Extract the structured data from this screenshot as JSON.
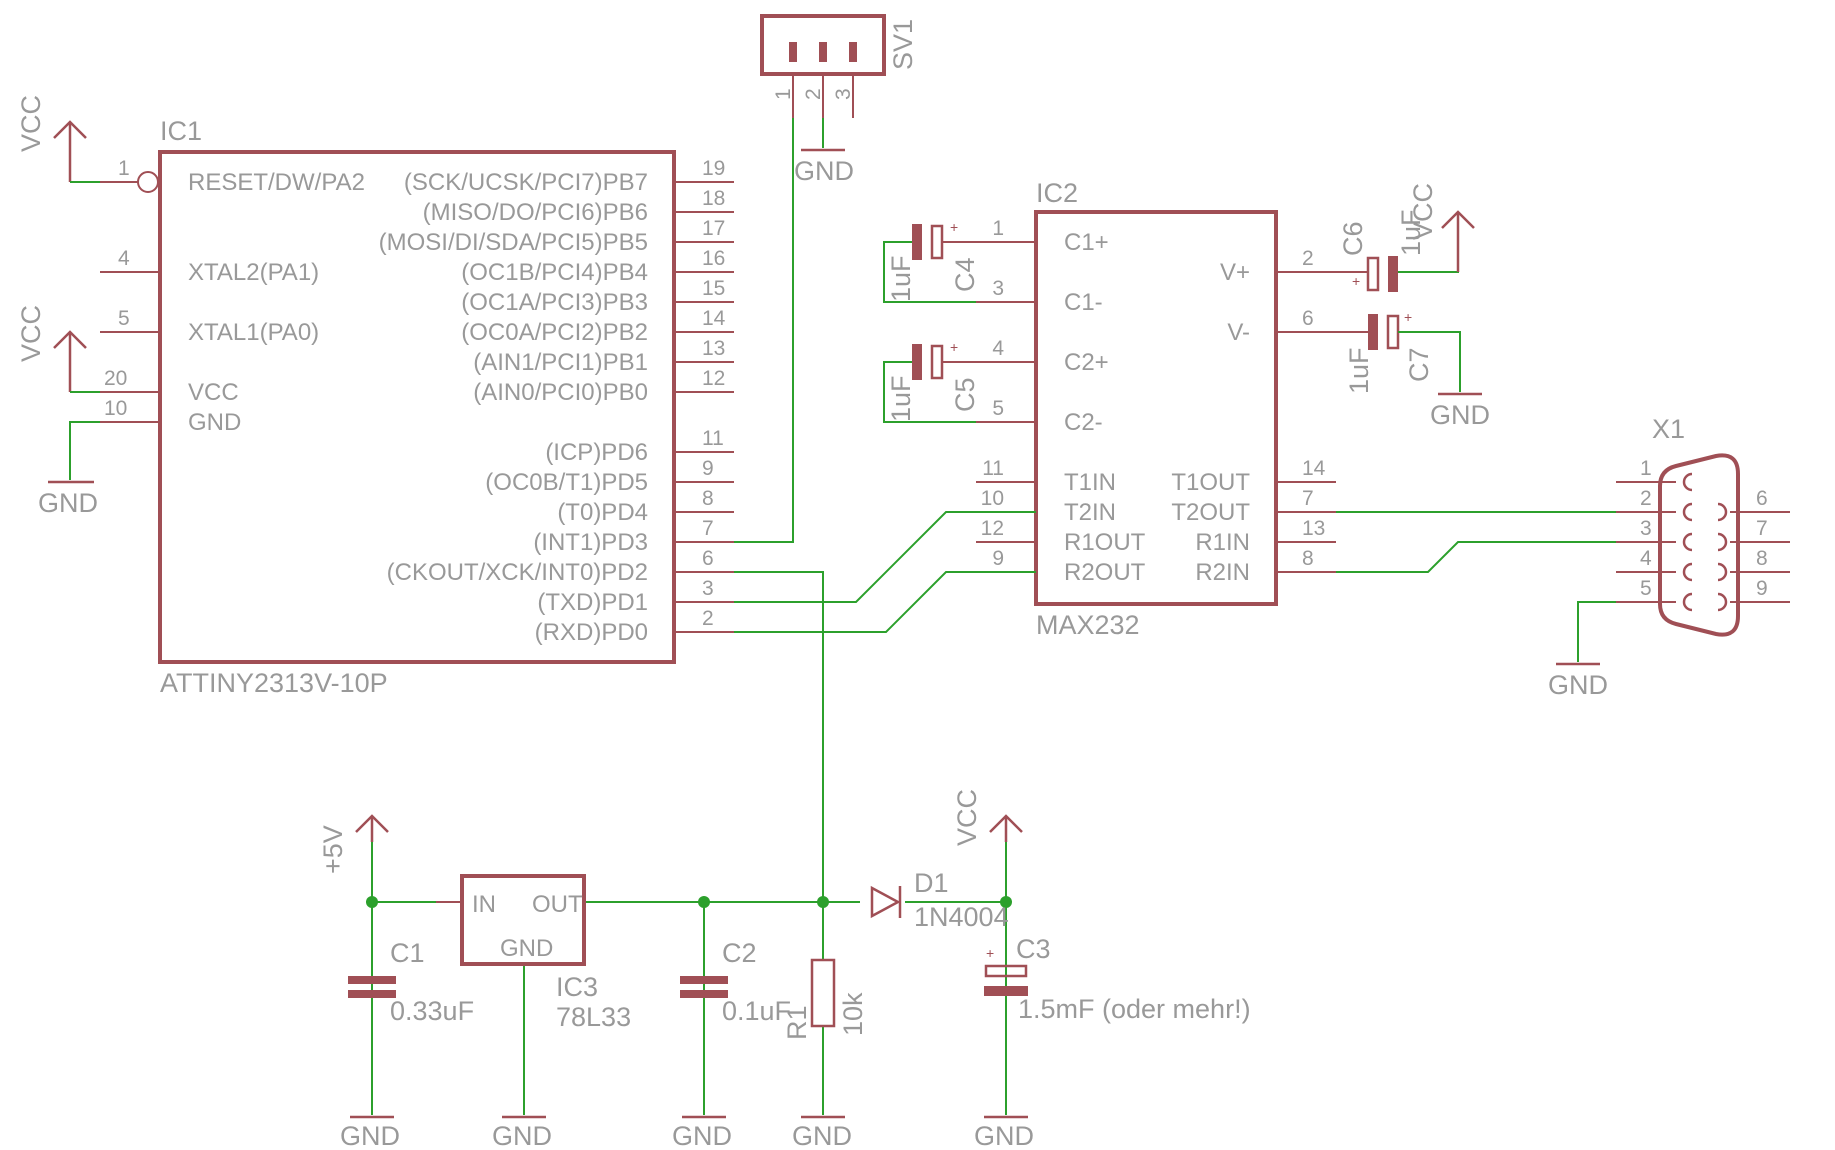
{
  "ic1": {
    "name": "IC1",
    "value": "ATTINY2313V-10P",
    "pins_left": [
      {
        "num": "1",
        "label": "RESET/DW/PA2"
      },
      {
        "num": "4",
        "label": "XTAL2(PA1)"
      },
      {
        "num": "5",
        "label": "XTAL1(PA0)"
      },
      {
        "num": "20",
        "label": "VCC"
      },
      {
        "num": "10",
        "label": "GND"
      }
    ],
    "pins_right": [
      {
        "num": "19",
        "label": "(SCK/UCSK/PCI7)PB7"
      },
      {
        "num": "18",
        "label": "(MISO/DO/PCI6)PB6"
      },
      {
        "num": "17",
        "label": "(MOSI/DI/SDA/PCI5)PB5"
      },
      {
        "num": "16",
        "label": "(OC1B/PCI4)PB4"
      },
      {
        "num": "15",
        "label": "(OC1A/PCI3)PB3"
      },
      {
        "num": "14",
        "label": "(OC0A/PCI2)PB2"
      },
      {
        "num": "13",
        "label": "(AIN1/PCI1)PB1"
      },
      {
        "num": "12",
        "label": "(AIN0/PCI0)PB0"
      },
      {
        "num": "11",
        "label": "(ICP)PD6"
      },
      {
        "num": "9",
        "label": "(OC0B/T1)PD5"
      },
      {
        "num": "8",
        "label": "(T0)PD4"
      },
      {
        "num": "7",
        "label": "(INT1)PD3"
      },
      {
        "num": "6",
        "label": "(CKOUT/XCK/INT0)PD2"
      },
      {
        "num": "3",
        "label": "(TXD)PD1"
      },
      {
        "num": "2",
        "label": "(RXD)PD0"
      }
    ]
  },
  "ic2": {
    "name": "IC2",
    "value": "MAX232",
    "pins_left": [
      {
        "num": "1",
        "label": "C1+"
      },
      {
        "num": "3",
        "label": "C1-"
      },
      {
        "num": "4",
        "label": "C2+"
      },
      {
        "num": "5",
        "label": "C2-"
      },
      {
        "num": "11",
        "label": "T1IN"
      },
      {
        "num": "10",
        "label": "T2IN"
      },
      {
        "num": "12",
        "label": "R1OUT"
      },
      {
        "num": "9",
        "label": "R2OUT"
      }
    ],
    "pins_right": [
      {
        "num": "2",
        "label": "V+"
      },
      {
        "num": "6",
        "label": "V-"
      },
      {
        "num": "14",
        "label": "T1OUT"
      },
      {
        "num": "7",
        "label": "T2OUT"
      },
      {
        "num": "13",
        "label": "R1IN"
      },
      {
        "num": "8",
        "label": "R2IN"
      }
    ]
  },
  "ic3": {
    "name": "IC3",
    "value": "78L33",
    "pin_in": "IN",
    "pin_out": "OUT",
    "pin_gnd": "GND"
  },
  "sv1": {
    "name": "SV1",
    "pins": [
      "1",
      "2",
      "3"
    ]
  },
  "x1": {
    "name": "X1",
    "pins_left": [
      "1",
      "2",
      "3",
      "4",
      "5"
    ],
    "pins_right": [
      "6",
      "7",
      "8",
      "9"
    ]
  },
  "caps": {
    "c1": {
      "name": "C1",
      "value": "0.33uF"
    },
    "c2": {
      "name": "C2",
      "value": "0.1uF"
    },
    "c3": {
      "name": "C3",
      "value": "1.5mF (oder mehr!)"
    },
    "c4": {
      "name": "C4",
      "value": "1uF"
    },
    "c5": {
      "name": "C5",
      "value": "1uF"
    },
    "c6": {
      "name": "C6",
      "value": "1uF"
    },
    "c7": {
      "name": "C7",
      "value": "1uF"
    }
  },
  "r1": {
    "name": "R1",
    "value": "10k"
  },
  "d1": {
    "name": "D1",
    "value": "1N4004"
  },
  "supply": {
    "vcc": "VCC",
    "gnd": "GND",
    "plus5v": "+5V"
  }
}
